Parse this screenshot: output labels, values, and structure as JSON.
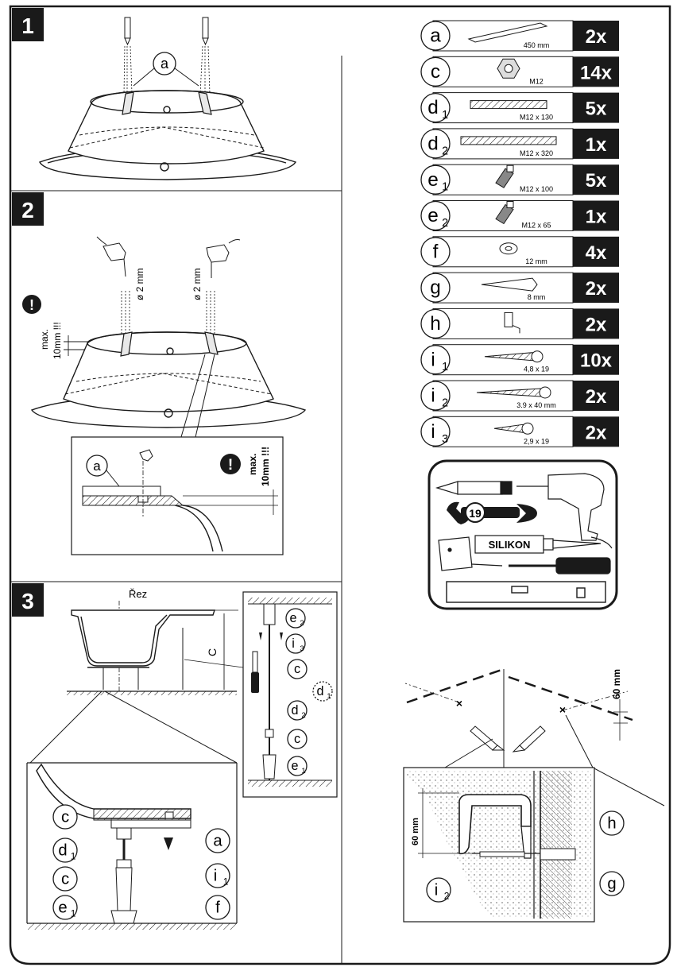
{
  "steps": {
    "s1": "1",
    "s2": "2",
    "s3": "3"
  },
  "step1": {
    "callout_a": "a"
  },
  "step2": {
    "drill_size": "ø 2 mm",
    "max_note_line1": "max.",
    "max_note_line2": "10mm !!!",
    "warning_mark": "!",
    "detail_callout_a": "a"
  },
  "step3": {
    "section_label": "Řez",
    "dimension_c": "C",
    "right_callouts": {
      "e2": {
        "main": "e",
        "sub": "2"
      },
      "i3": {
        "main": "i",
        "sub": "3"
      },
      "c1": {
        "main": "c",
        "sub": ""
      },
      "d1": {
        "main": "d",
        "sub": "1"
      },
      "d2": {
        "main": "d",
        "sub": "2"
      },
      "c2": {
        "main": "c",
        "sub": ""
      },
      "e1": {
        "main": "e",
        "sub": "1"
      }
    },
    "detail_callouts": {
      "c_top": {
        "main": "c",
        "sub": ""
      },
      "d1": {
        "main": "d",
        "sub": "1"
      },
      "c_bottom": {
        "main": "c",
        "sub": ""
      },
      "e1": {
        "main": "e",
        "sub": "1"
      },
      "a": {
        "main": "a",
        "sub": ""
      },
      "i1": {
        "main": "i",
        "sub": "1"
      },
      "f": {
        "main": "f",
        "sub": ""
      }
    }
  },
  "parts": [
    {
      "key": "a",
      "sub": "",
      "spec": "450 mm",
      "qty": "2x",
      "icon": "bracket-icon"
    },
    {
      "key": "c",
      "sub": "",
      "spec": "M12",
      "qty": "14x",
      "icon": "nut-icon"
    },
    {
      "key": "d",
      "sub": "1",
      "spec": "M12 x 130",
      "qty": "5x",
      "icon": "threaded-rod-short-icon"
    },
    {
      "key": "d",
      "sub": "2",
      "spec": "M12 x 320",
      "qty": "1x",
      "icon": "threaded-rod-long-icon"
    },
    {
      "key": "e",
      "sub": "1",
      "spec": "M12 x 100",
      "qty": "5x",
      "icon": "foot-icon"
    },
    {
      "key": "e",
      "sub": "2",
      "spec": "M12 x 65",
      "qty": "1x",
      "icon": "foot-short-icon"
    },
    {
      "key": "f",
      "sub": "",
      "spec": "12 mm",
      "qty": "4x",
      "icon": "washer-icon"
    },
    {
      "key": "g",
      "sub": "",
      "spec": "8 mm",
      "qty": "2x",
      "icon": "wall-plug-icon"
    },
    {
      "key": "h",
      "sub": "",
      "spec": "",
      "qty": "2x",
      "icon": "hook-icon"
    },
    {
      "key": "i",
      "sub": "1",
      "spec": "4,8 x 19",
      "qty": "10x",
      "icon": "screw-large-icon"
    },
    {
      "key": "i",
      "sub": "2",
      "spec": "3.9 x 40 mm",
      "qty": "2x",
      "icon": "screw-long-icon"
    },
    {
      "key": "i",
      "sub": "3",
      "spec": "2,9 x 19",
      "qty": "2x",
      "icon": "screw-small-icon"
    }
  ],
  "tools": {
    "wrench_size": "19",
    "silikon_label": "SILIKON"
  },
  "wall": {
    "offset_label": "60 mm",
    "detail_offset_label": "60 mm",
    "callout_h": {
      "main": "h",
      "sub": ""
    },
    "callout_g": {
      "main": "g",
      "sub": ""
    },
    "callout_i2": {
      "main": "i",
      "sub": "2"
    }
  },
  "colors": {
    "ink": "#1a1a1a",
    "badge": "#1a1a1a",
    "badge_text": "#ffffff"
  }
}
